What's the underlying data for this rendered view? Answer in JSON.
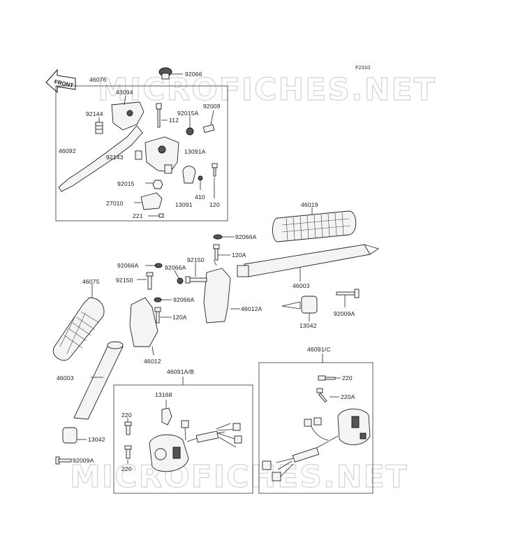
{
  "figure_code": "F2310",
  "watermark": "MICROFICHES.NET",
  "front_label": "FRONT",
  "labels": [
    "46076",
    "92066",
    "43094",
    "92144",
    "92015A",
    "92009",
    "112",
    "46092",
    "92143",
    "13091A",
    "92015",
    "13091",
    "410",
    "120",
    "27010",
    "221",
    "46019",
    "92066A",
    "120A",
    "92150",
    "92066A",
    "92066A",
    "92150",
    "46003",
    "46075",
    "92066A",
    "46012A",
    "120A",
    "13042",
    "92009A",
    "46012",
    "46003",
    "46091A/B",
    "46091/C",
    "220",
    "13168",
    "220A",
    "220",
    "13042",
    "220",
    "92009A"
  ]
}
